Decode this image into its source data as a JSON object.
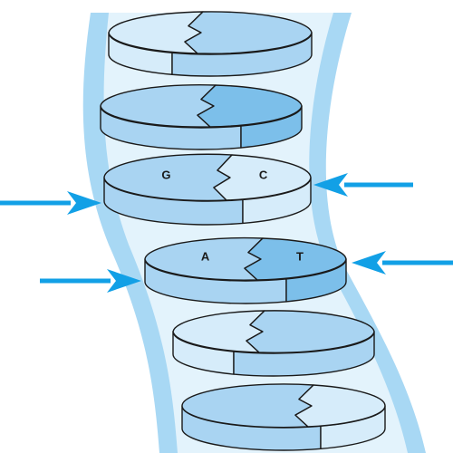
{
  "colors": {
    "backbone": "#a8d8f4",
    "backbone_inner": "#e3f3fc",
    "pale": "#d6ecfa",
    "medium": "#a9d4f2",
    "dark": "#7cbfea",
    "arrow": "#12a0e6",
    "outline": "#1a1a1a"
  },
  "base_pairs": [
    {
      "left_label": "",
      "right_label": "",
      "left_shade": "pale",
      "right_shade": "medium"
    },
    {
      "left_label": "",
      "right_label": "",
      "left_shade": "medium",
      "right_shade": "dark"
    },
    {
      "left_label": "G",
      "right_label": "C",
      "left_shade": "medium",
      "right_shade": "pale"
    },
    {
      "left_label": "A",
      "right_label": "T",
      "left_shade": "medium",
      "right_shade": "dark"
    },
    {
      "left_label": "",
      "right_label": "",
      "left_shade": "pale",
      "right_shade": "medium"
    },
    {
      "left_label": "",
      "right_label": "",
      "left_shade": "medium",
      "right_shade": "pale"
    }
  ],
  "arrows": [
    {
      "target": "base-pair-3",
      "direction": "right"
    },
    {
      "target": "base-pair-3",
      "direction": "left"
    },
    {
      "target": "base-pair-4",
      "direction": "right"
    },
    {
      "target": "base-pair-4",
      "direction": "left"
    }
  ]
}
